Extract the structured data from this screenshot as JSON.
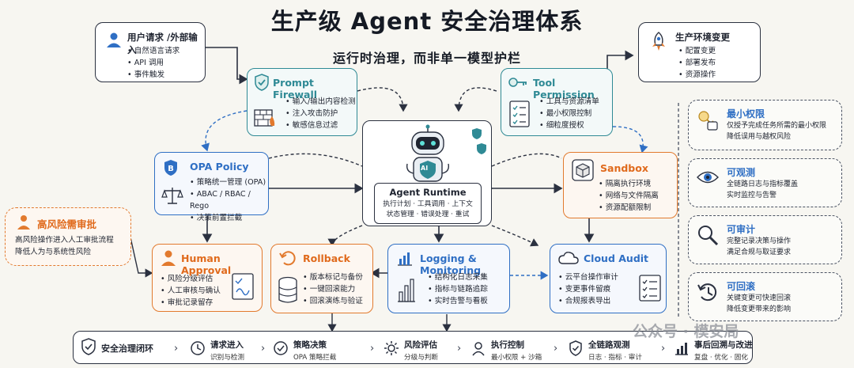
{
  "title": "生产级 Agent 安全治理体系",
  "subtitle": "运行时治理，而非单一模型护栏",
  "input": {
    "title": "用户请求 /外部输入",
    "items": [
      "自然语言请求",
      "API 调用",
      "事件触发"
    ]
  },
  "env": {
    "title": "生产环境变更",
    "items": [
      "配置变更",
      "部署发布",
      "资源操作"
    ]
  },
  "prompt_firewall": {
    "title": "Prompt Firewall",
    "items": [
      "输入/输出内容检测",
      "注入攻击防护",
      "敏感信息过滤"
    ]
  },
  "tool_permission": {
    "title": "Tool Permission",
    "items": [
      "工具与资源清单",
      "最小权限控制",
      "细粒度授权"
    ]
  },
  "opa": {
    "title": "OPA Policy",
    "items": [
      "策略统一管理 (OPA)",
      "ABAC / RBAC / Rego",
      "决策前置拦截"
    ]
  },
  "sandbox": {
    "title": "Sandbox",
    "items": [
      "隔离执行环境",
      "网络与文件隔离",
      "资源配额限制"
    ]
  },
  "runtime": {
    "title": "Agent Runtime",
    "line1": "执行计划 · 工具调用 · 上下文",
    "line2": "状态管理 · 错误处理 · 重试",
    "badge": "AI"
  },
  "high_risk": {
    "title": "高风险需审批",
    "line1": "高风险操作进入人工审批流程",
    "line2": "降低人为与系统性风险"
  },
  "human": {
    "title": "Human Approval",
    "items": [
      "风险分级评估",
      "人工审核与确认",
      "审批记录留存"
    ]
  },
  "rollback": {
    "title": "Rollback",
    "items": [
      "版本标记与备份",
      "一键回滚能力",
      "回滚演练与验证"
    ]
  },
  "logging": {
    "title": "Logging & Monitoring",
    "items": [
      "结构化日志采集",
      "指标与链路追踪",
      "实时告警与看板"
    ]
  },
  "audit": {
    "title": "Cloud Audit",
    "items": [
      "云平台操作审计",
      "变更事件留痕",
      "合规报表导出"
    ]
  },
  "principles": [
    {
      "title": "最小权限",
      "line1": "仅授予完成任务所需的最小权限",
      "line2": "降低误用与越权风险"
    },
    {
      "title": "可观测",
      "line1": "全链路日志与指标覆盖",
      "line2": "实时监控与告警"
    },
    {
      "title": "可审计",
      "line1": "完整记录决策与操作",
      "line2": "满足合规与取证要求"
    },
    {
      "title": "可回滚",
      "line1": "关键变更可快速回滚",
      "line2": "降低变更带来的影响"
    }
  ],
  "loop": {
    "label": "安全治理闭环",
    "steps": [
      {
        "title": "请求进入",
        "sub": "识别与检测"
      },
      {
        "title": "策略决策",
        "sub": "OPA 策略拦截"
      },
      {
        "title": "风险评估",
        "sub": "分级与判断"
      },
      {
        "title": "执行控制",
        "sub": "最小权限 + 沙箱"
      },
      {
        "title": "全链路观测",
        "sub": "日志 · 指标 · 审计"
      },
      {
        "title": "事后回溯与改进",
        "sub": "复盘 · 优化 · 固化"
      }
    ]
  },
  "watermark": "公众号 · 模安局",
  "colors": {
    "blue": "#2f6fc4",
    "teal": "#2f8a95",
    "orange": "#e27a2e",
    "dark": "#2b3140"
  }
}
